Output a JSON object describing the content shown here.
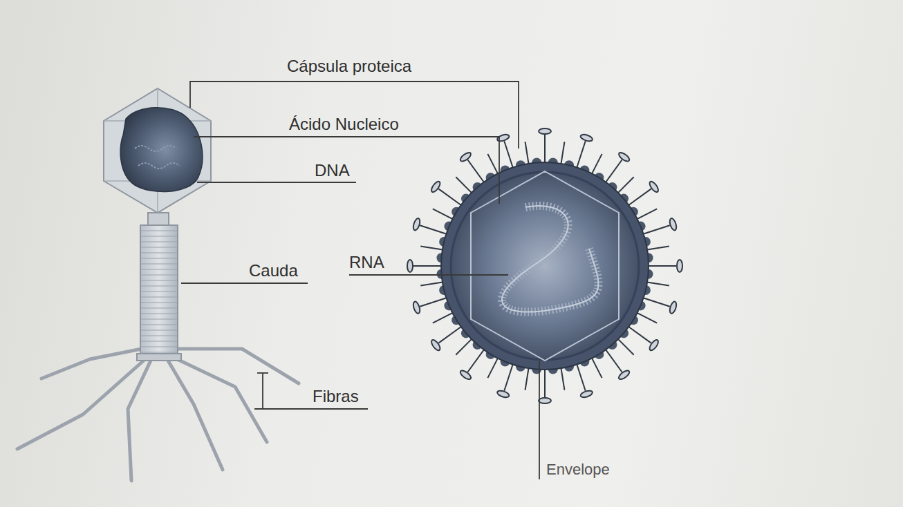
{
  "diagram": {
    "labels": [
      "Cápsula proteica",
      "Ácido Nucleico",
      "DNA",
      "RNA",
      "Cauda",
      "Fibras",
      "Envelope"
    ]
  }
}
